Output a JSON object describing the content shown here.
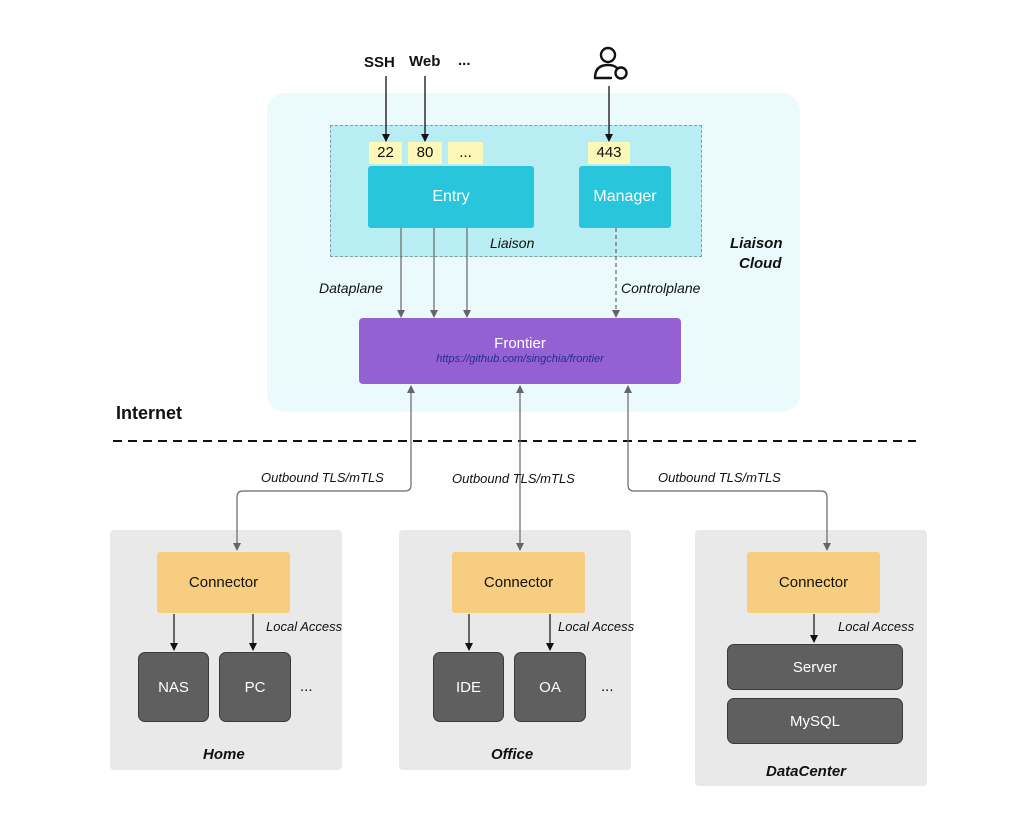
{
  "inputs": {
    "ssh": "SSH",
    "web": "Web",
    "more": "..."
  },
  "ports": {
    "p22": "22",
    "p80": "80",
    "more": "...",
    "p443": "443"
  },
  "liaison": {
    "entry": "Entry",
    "manager": "Manager",
    "label": "Liaison",
    "cloud_line1": "Liaison",
    "cloud_line2": "Cloud"
  },
  "planes": {
    "data": "Dataplane",
    "control": "Controlplane"
  },
  "frontier": {
    "title": "Frontier",
    "url": "https://github.com/singchia/frontier"
  },
  "network": {
    "internet": "Internet",
    "outbound_left": "Outbound TLS/mTLS",
    "outbound_mid": "Outbound TLS/mTLS",
    "outbound_right": "Outbound TLS/mTLS"
  },
  "sites": {
    "home": {
      "name": "Home",
      "connector": "Connector",
      "local_access": "Local Access",
      "devices": [
        "NAS",
        "PC"
      ],
      "more": "..."
    },
    "office": {
      "name": "Office",
      "connector": "Connector",
      "local_access": "Local Access",
      "devices": [
        "IDE",
        "OA"
      ],
      "more": "..."
    },
    "datacenter": {
      "name": "DataCenter",
      "connector": "Connector",
      "local_access": "Local Access",
      "devices": [
        "Server",
        "MySQL"
      ]
    }
  },
  "icons": {
    "user": "user-group-icon"
  },
  "colors": {
    "cloud_bg": "#ebfafc",
    "liaison_bg": "#b8edf4",
    "entry": "#29c5dc",
    "frontier": "#9561d2",
    "connector": "#f7cd80",
    "device": "#5f5f5f",
    "site_bg": "#e9e9e9",
    "port": "#fdf7b8"
  }
}
